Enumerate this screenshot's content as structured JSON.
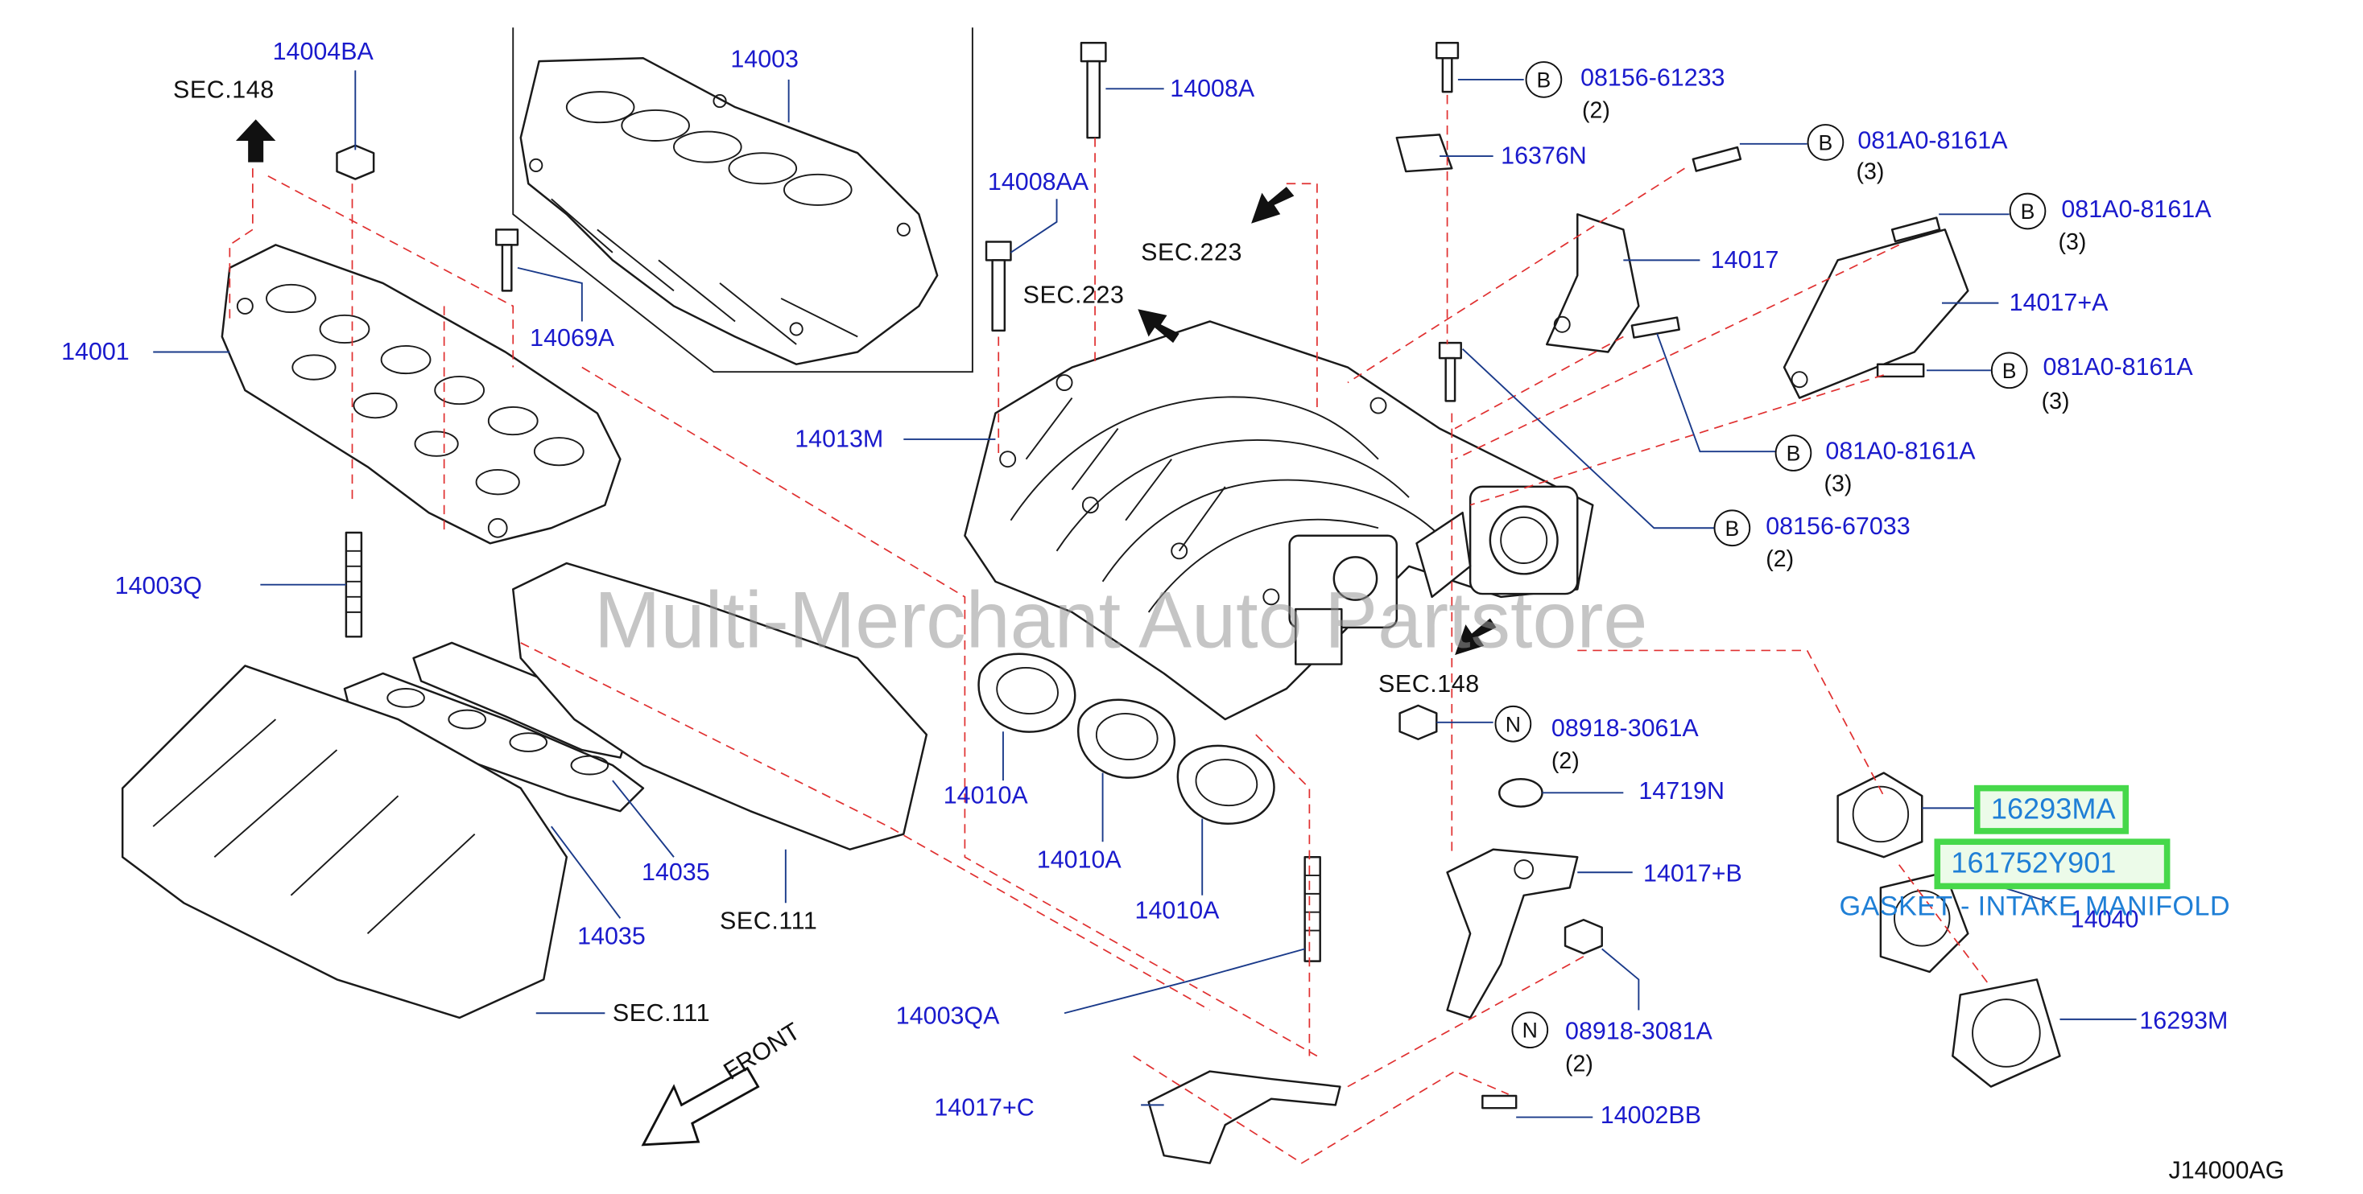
{
  "watermark": "Multi-Merchant Auto Partstore",
  "diagram_code": "J14000AG",
  "front_label": "FRONT",
  "highlight": {
    "part_a": "16293MA",
    "part_b": "161752Y901",
    "description": "GASKET - INTAKE MANIFOLD"
  },
  "section_refs": {
    "sec148_top": "SEC.148",
    "sec223_a": "SEC.223",
    "sec223_b": "SEC.223",
    "sec148_mid": "SEC.148",
    "sec111_a": "SEC.111",
    "sec111_b": "SEC.111"
  },
  "labels": {
    "p14004BA": "14004BA",
    "p14003": "14003",
    "p14008A": "14008A",
    "p14008AA": "14008AA",
    "p14069A": "14069A",
    "p14001": "14001",
    "p14013M": "14013M",
    "p14003Q": "14003Q",
    "p14010A_1": "14010A",
    "p14010A_2": "14010A",
    "p14010A_3": "14010A",
    "p14035_1": "14035",
    "p14035_2": "14035",
    "p14003QA": "14003QA",
    "p14017C": "14017+C",
    "p16376N": "16376N",
    "p14017": "14017",
    "p14017A": "14017+A",
    "p14719N": "14719N",
    "p14017B": "14017+B",
    "p14002BB": "14002BB",
    "p14040": "14040",
    "p16293M": "16293M"
  },
  "bolts": [
    {
      "mark": "B",
      "part": "08156-61233",
      "qty": "(2)"
    },
    {
      "mark": "B",
      "part": "081A0-8161A",
      "qty": "(3)"
    },
    {
      "mark": "B",
      "part": "081A0-8161A",
      "qty": "(3)"
    },
    {
      "mark": "B",
      "part": "081A0-8161A",
      "qty": "(3)"
    },
    {
      "mark": "B",
      "part": "081A0-8161A",
      "qty": "(3)"
    },
    {
      "mark": "B",
      "part": "08156-67033",
      "qty": "(2)"
    },
    {
      "mark": "N",
      "part": "08918-3061A",
      "qty": "(2)"
    },
    {
      "mark": "N",
      "part": "08918-3081A",
      "qty": "(2)"
    }
  ],
  "colors": {
    "label_blue": "#1a1acc",
    "leader_blue": "#1a3a8a",
    "dash_red": "#e03030",
    "highlight_green": "#46d84a",
    "highlight_text": "#1f7fd6"
  }
}
